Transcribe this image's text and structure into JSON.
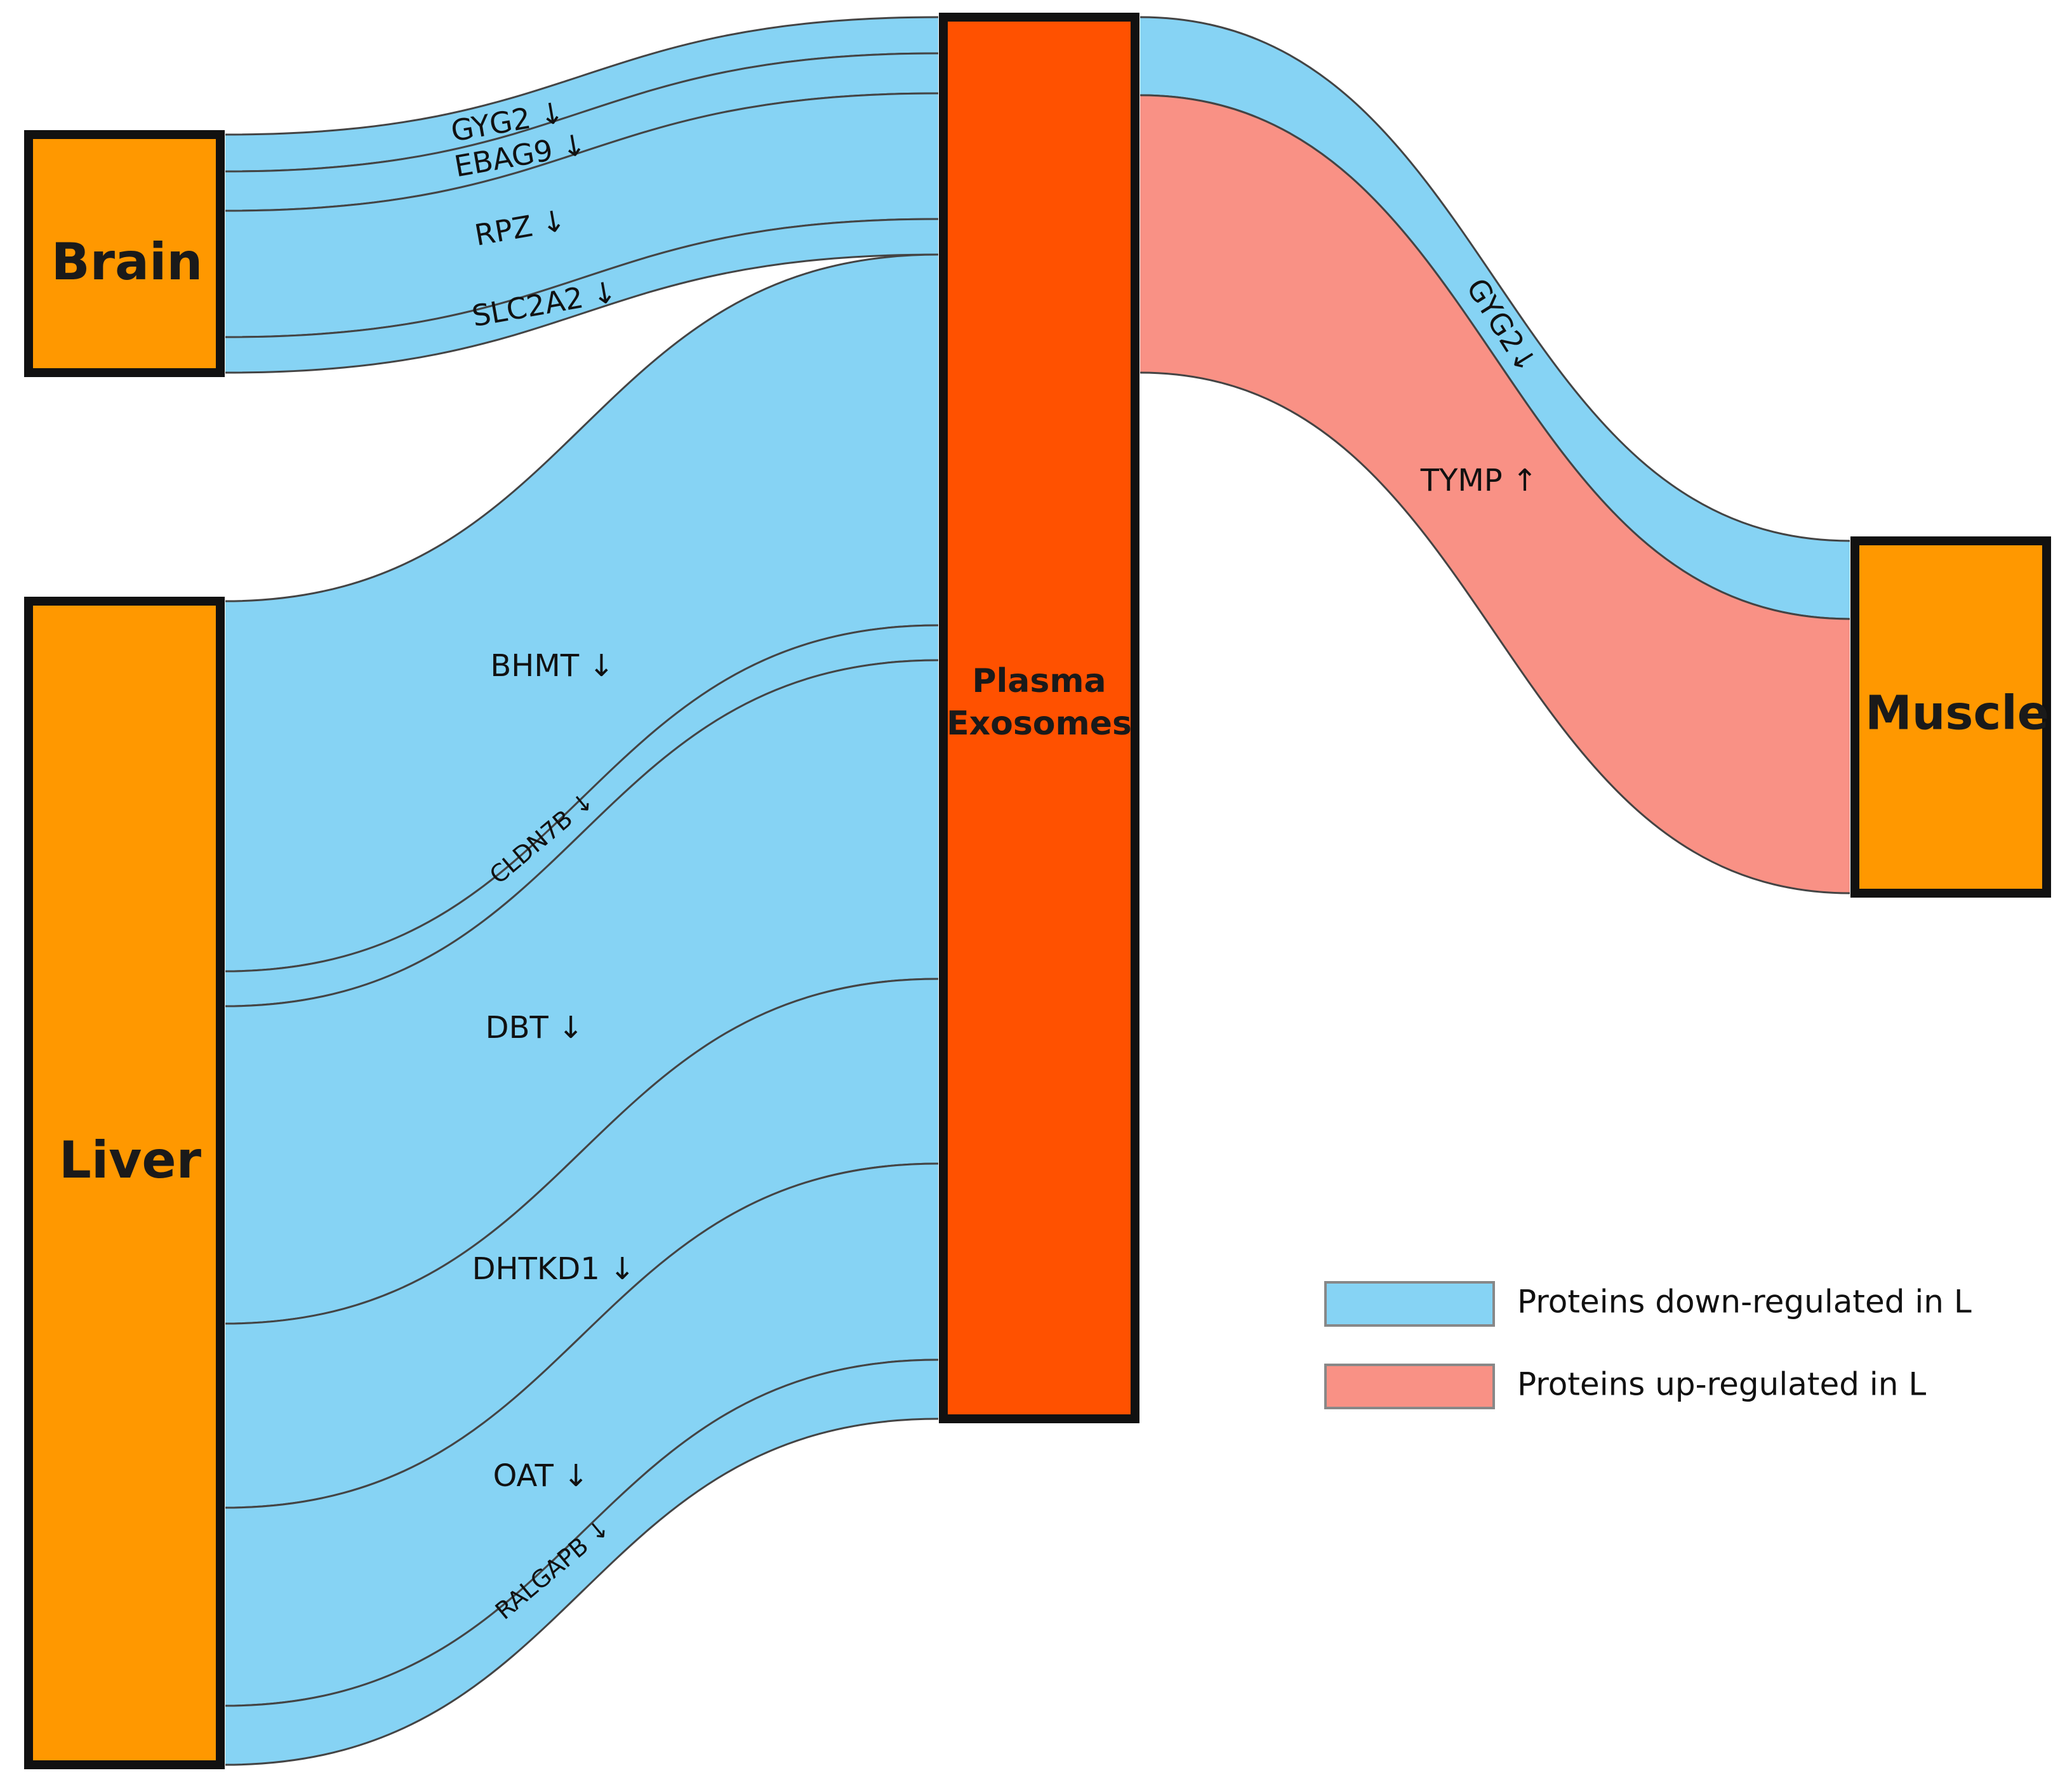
{
  "colors": {
    "down": "#86d3f4",
    "up": "#f99185",
    "source_node": "#ff9800",
    "hub_node": "#ff5100",
    "border": "#111111"
  },
  "nodes": {
    "brain": "Brain",
    "liver": "Liver",
    "plasma_line1": "Plasma",
    "plasma_line2": "Exosomes",
    "muscle": "Muscle"
  },
  "flows": [
    {
      "source": "Brain",
      "target": "Plasma Exosomes",
      "label": "GYG2 ↓",
      "regulation": "down"
    },
    {
      "source": "Brain",
      "target": "Plasma Exosomes",
      "label": "EBAG9 ↓",
      "regulation": "down"
    },
    {
      "source": "Brain",
      "target": "Plasma Exosomes",
      "label": "RPZ ↓",
      "regulation": "down"
    },
    {
      "source": "Brain",
      "target": "Plasma Exosomes",
      "label": "SLC2A2 ↓",
      "regulation": "down"
    },
    {
      "source": "Liver",
      "target": "Plasma Exosomes",
      "label": "BHMT ↓",
      "regulation": "down"
    },
    {
      "source": "Liver",
      "target": "Plasma Exosomes",
      "label": "CLDN7B ↓",
      "regulation": "down"
    },
    {
      "source": "Liver",
      "target": "Plasma Exosomes",
      "label": "DBT ↓",
      "regulation": "down"
    },
    {
      "source": "Liver",
      "target": "Plasma Exosomes",
      "label": "DHTKD1 ↓",
      "regulation": "down"
    },
    {
      "source": "Liver",
      "target": "Plasma Exosomes",
      "label": "OAT ↓",
      "regulation": "down"
    },
    {
      "source": "Liver",
      "target": "Plasma Exosomes",
      "label": "RALGAPB ↓",
      "regulation": "down"
    },
    {
      "source": "Plasma Exosomes",
      "target": "Muscle",
      "label": "GYG2↓",
      "regulation": "down"
    },
    {
      "source": "Plasma Exosomes",
      "target": "Muscle",
      "label": "TYMP ↑",
      "regulation": "up"
    }
  ],
  "legend": [
    {
      "label": "Proteins down-regulated in L",
      "regulation": "down"
    },
    {
      "label": "Proteins up-regulated in L",
      "regulation": "up"
    }
  ]
}
